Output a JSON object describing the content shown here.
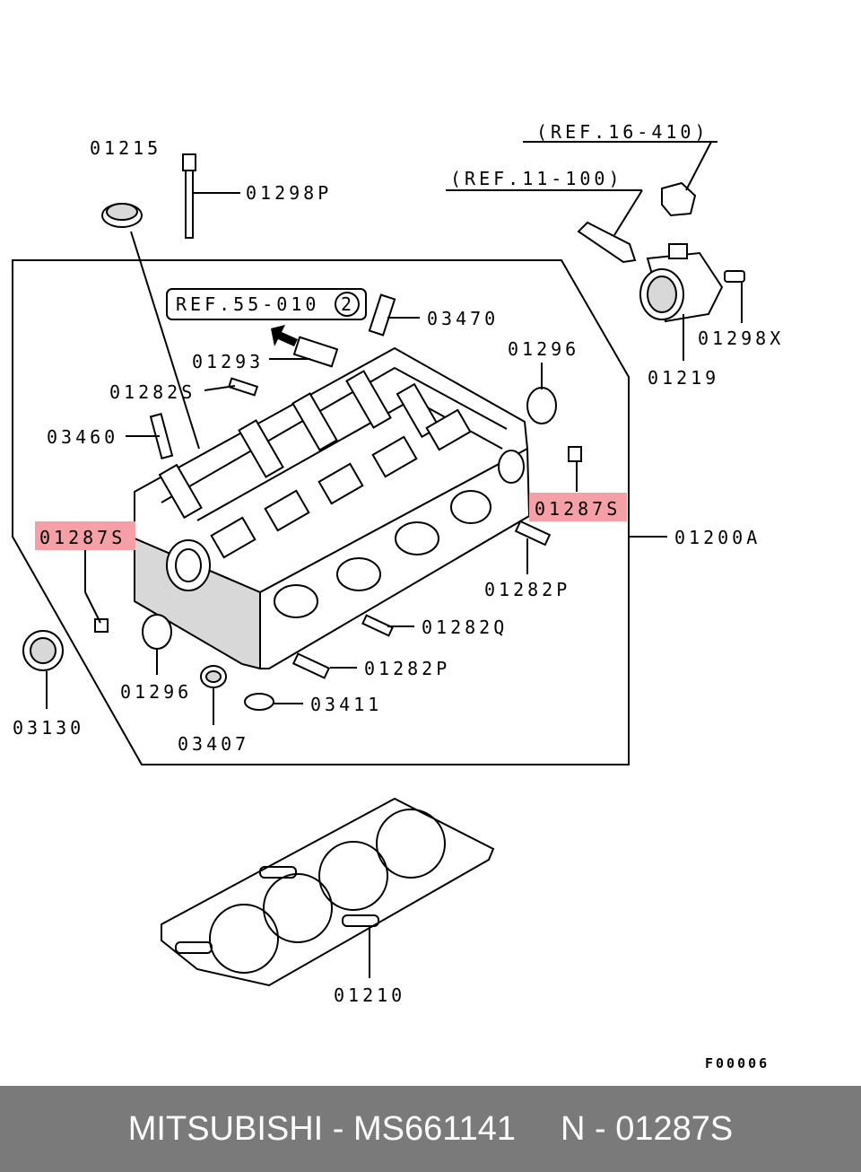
{
  "callouts": {
    "ref_16_410": "(REF.16-410)",
    "ref_11_100": "(REF.11-100)",
    "ref_55_010": "REF.55-010",
    "ref_55_010_num": "2",
    "p01215": "01215",
    "p01298P": "01298P",
    "p03470": "03470",
    "p01293": "01293",
    "p01296_top": "01296",
    "p01282S": "01282S",
    "p03460": "03460",
    "p01287S_right": "01287S",
    "p01287S_left": "01287S",
    "p01200A": "01200A",
    "p01282P_top": "01282P",
    "p01282Q": "01282Q",
    "p01282P_bottom": "01282P",
    "p03411": "03411",
    "p01296_bottom": "01296",
    "p03407": "03407",
    "p03130": "03130",
    "p01298X": "01298X",
    "p01219": "01219",
    "p01210": "01210",
    "figure_code": "F00006"
  },
  "highlight_color": "#f4a0a6",
  "footer": {
    "brand_part": "MITSUBISHI - MS661141",
    "ref": "N - 01287S"
  }
}
